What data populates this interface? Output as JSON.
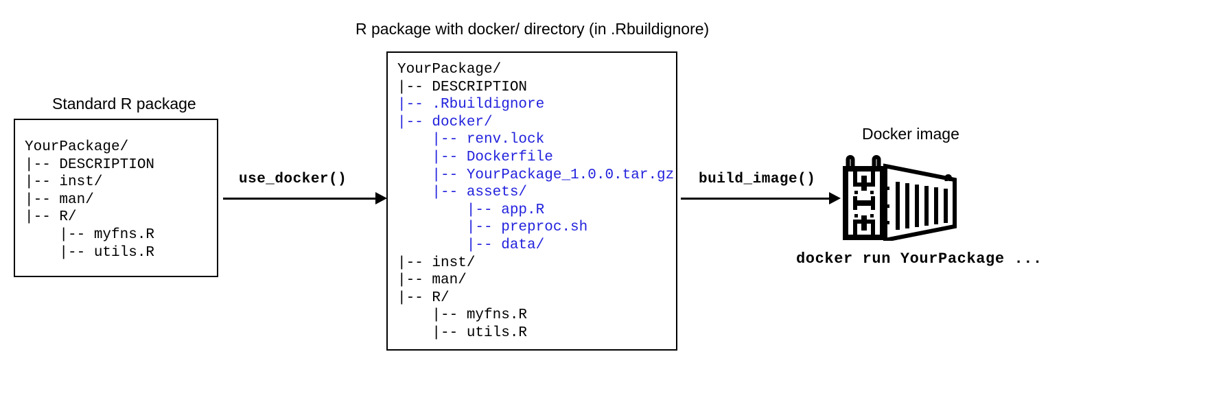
{
  "diagram": {
    "title_middle": "R package with docker/ directory (in .Rbuildignore)",
    "label_left": "Standard R package",
    "label_right": "Docker image",
    "arrow1_label": "use_docker()",
    "arrow2_label": "build_image()",
    "run_command": "docker run YourPackage ...",
    "colors": {
      "highlight": "#2222dd",
      "stroke": "#000000",
      "background": "#ffffff"
    },
    "icons": {
      "container": "docker-container-icon",
      "arrow": "arrow-right-icon"
    }
  },
  "standard_package_tree": [
    {
      "text": "YourPackage/",
      "color": "black"
    },
    {
      "text": "|-- DESCRIPTION",
      "color": "black"
    },
    {
      "text": "|-- inst/",
      "color": "black"
    },
    {
      "text": "|-- man/",
      "color": "black"
    },
    {
      "text": "|-- R/",
      "color": "black"
    },
    {
      "text": "    |-- myfns.R",
      "color": "black"
    },
    {
      "text": "    |-- utils.R",
      "color": "black"
    }
  ],
  "docker_package_tree": [
    {
      "text": "YourPackage/",
      "color": "black"
    },
    {
      "text": "|-- DESCRIPTION",
      "color": "black"
    },
    {
      "text": "|-- .Rbuildignore",
      "color": "blue"
    },
    {
      "text": "|-- docker/",
      "color": "blue"
    },
    {
      "text": "    |-- renv.lock",
      "color": "blue"
    },
    {
      "text": "    |-- Dockerfile",
      "color": "blue"
    },
    {
      "text": "    |-- YourPackage_1.0.0.tar.gz",
      "color": "blue"
    },
    {
      "text": "    |-- assets/",
      "color": "blue"
    },
    {
      "text": "        |-- app.R",
      "color": "blue"
    },
    {
      "text": "        |-- preproc.sh",
      "color": "blue"
    },
    {
      "text": "        |-- data/",
      "color": "blue"
    },
    {
      "text": "|-- inst/",
      "color": "black"
    },
    {
      "text": "|-- man/",
      "color": "black"
    },
    {
      "text": "|-- R/",
      "color": "black"
    },
    {
      "text": "    |-- myfns.R",
      "color": "black"
    },
    {
      "text": "    |-- utils.R",
      "color": "black"
    }
  ]
}
